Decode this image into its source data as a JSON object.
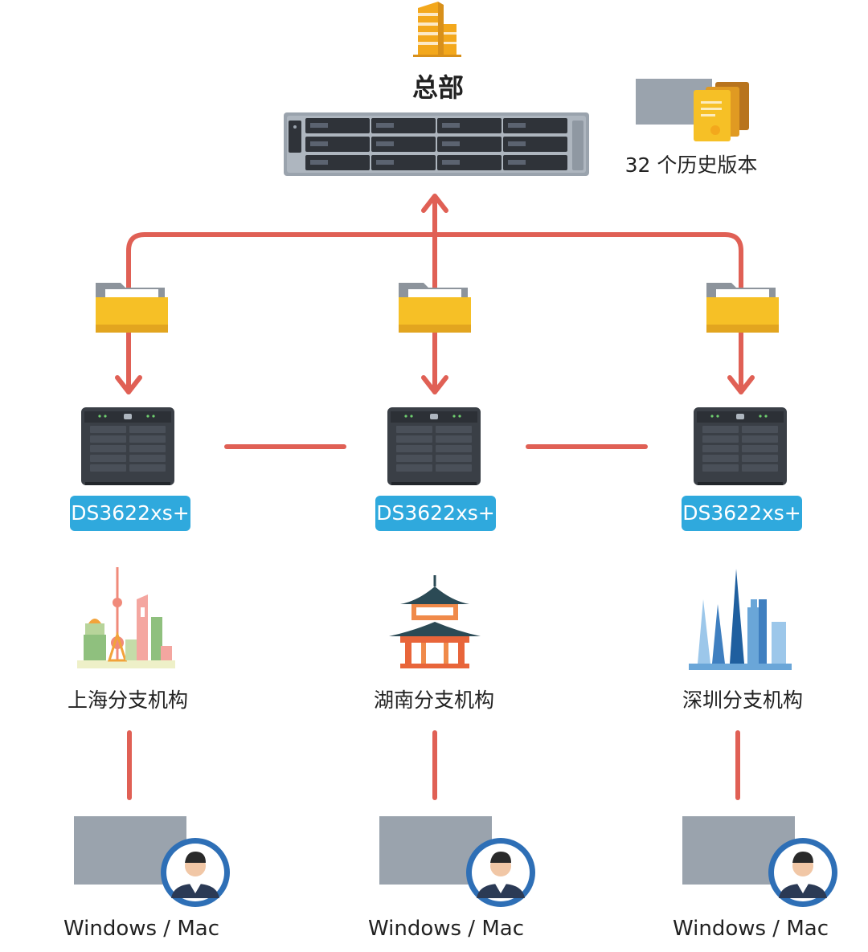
{
  "headquarters": {
    "title": "总部",
    "versions_label": "32 个历史版本",
    "building_icon": "office-building-icon",
    "server_icon": "rackmount-nas-icon",
    "documents_icon": "document-stack-icon"
  },
  "branches": [
    {
      "name": "上海分支机构",
      "model": "DS3622xs+",
      "landmark_icon": "shanghai-skyline-icon"
    },
    {
      "name": "湖南分支机构",
      "model": "DS3622xs+",
      "landmark_icon": "pagoda-icon"
    },
    {
      "name": "深圳分支机构",
      "model": "DS3622xs+",
      "landmark_icon": "shenzhen-skyline-icon"
    }
  ],
  "clients": [
    {
      "label": "Windows / Mac"
    },
    {
      "label": "Windows / Mac"
    },
    {
      "label": "Windows / Mac"
    }
  ],
  "colors": {
    "connector": "#e06055",
    "badge": "#2fa9dd",
    "folder": "#f6c026",
    "building": "#f3a81c",
    "server": "#3a3f46"
  },
  "icons": {
    "folder": "folder-icon",
    "tower_server": "tower-nas-icon",
    "computer": "computer-icon",
    "avatar": "user-avatar-icon"
  }
}
